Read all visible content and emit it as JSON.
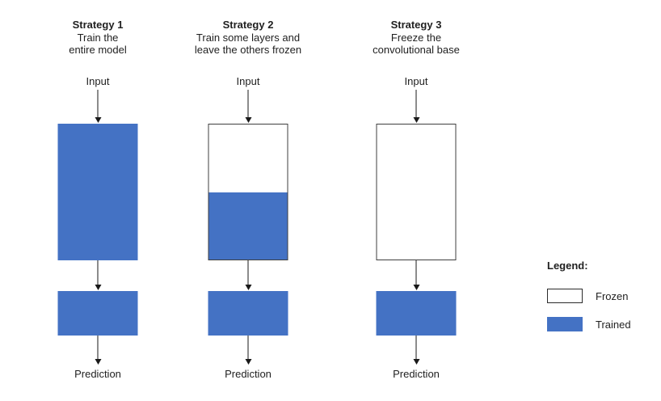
{
  "strategies": [
    {
      "title": "Strategy 1",
      "subtitle_lines": [
        "Train the",
        "entire model"
      ],
      "input_label": "Input",
      "prediction_label": "Prediction",
      "conv_base_state": "trained",
      "base_frozen_fraction": 0
    },
    {
      "title": "Strategy 2",
      "subtitle_lines": [
        "Train some layers and",
        "leave the others frozen"
      ],
      "input_label": "Input",
      "prediction_label": "Prediction",
      "conv_base_state": "partially-frozen",
      "base_frozen_fraction": 0.5
    },
    {
      "title": "Strategy 3",
      "subtitle_lines": [
        "Freeze the",
        "convolutional base"
      ],
      "input_label": "Input",
      "prediction_label": "Prediction",
      "conv_base_state": "frozen",
      "base_frozen_fraction": 1
    }
  ],
  "legend": {
    "title": "Legend:",
    "items": [
      {
        "label": "Frozen",
        "swatch": "frozen"
      },
      {
        "label": "Trained",
        "swatch": "trained"
      }
    ]
  },
  "colors": {
    "trained": "#4472C4",
    "frozen": "#FFFFFF",
    "outline": "#3F3F3F",
    "text": "#1F1F1F"
  }
}
